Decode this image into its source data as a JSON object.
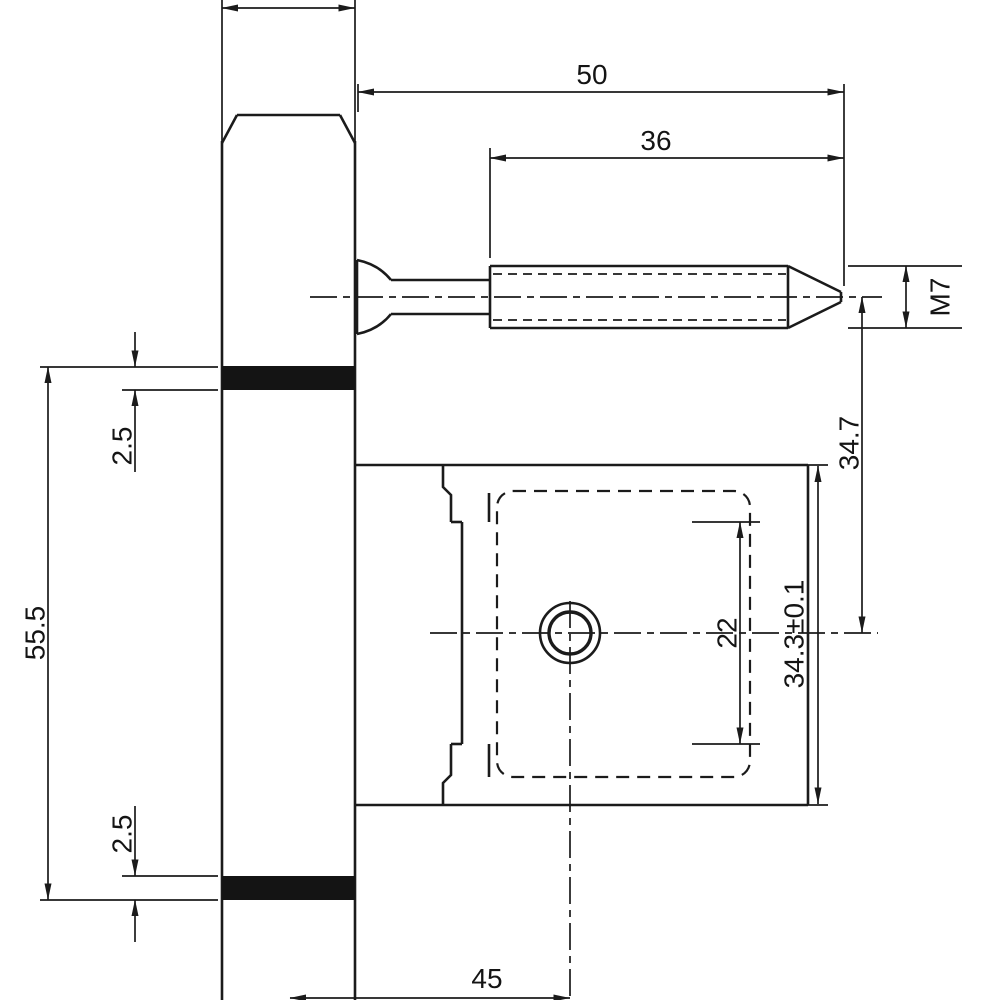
{
  "drawing": {
    "background_color": "#ffffff",
    "line_color": "#1b1b1b",
    "labels": {
      "pin_overall_length": "50",
      "thread_length": "36",
      "thread_size": "M7",
      "top_ring_height": "2.5",
      "body_section_height": "55.5",
      "bottom_ring_height": "2.5",
      "pin_axis_to_hole_axis": "34.7",
      "plate_pocket_height": "22",
      "plate_height": "34.3±0.1",
      "bottom_offset": "45"
    }
  }
}
